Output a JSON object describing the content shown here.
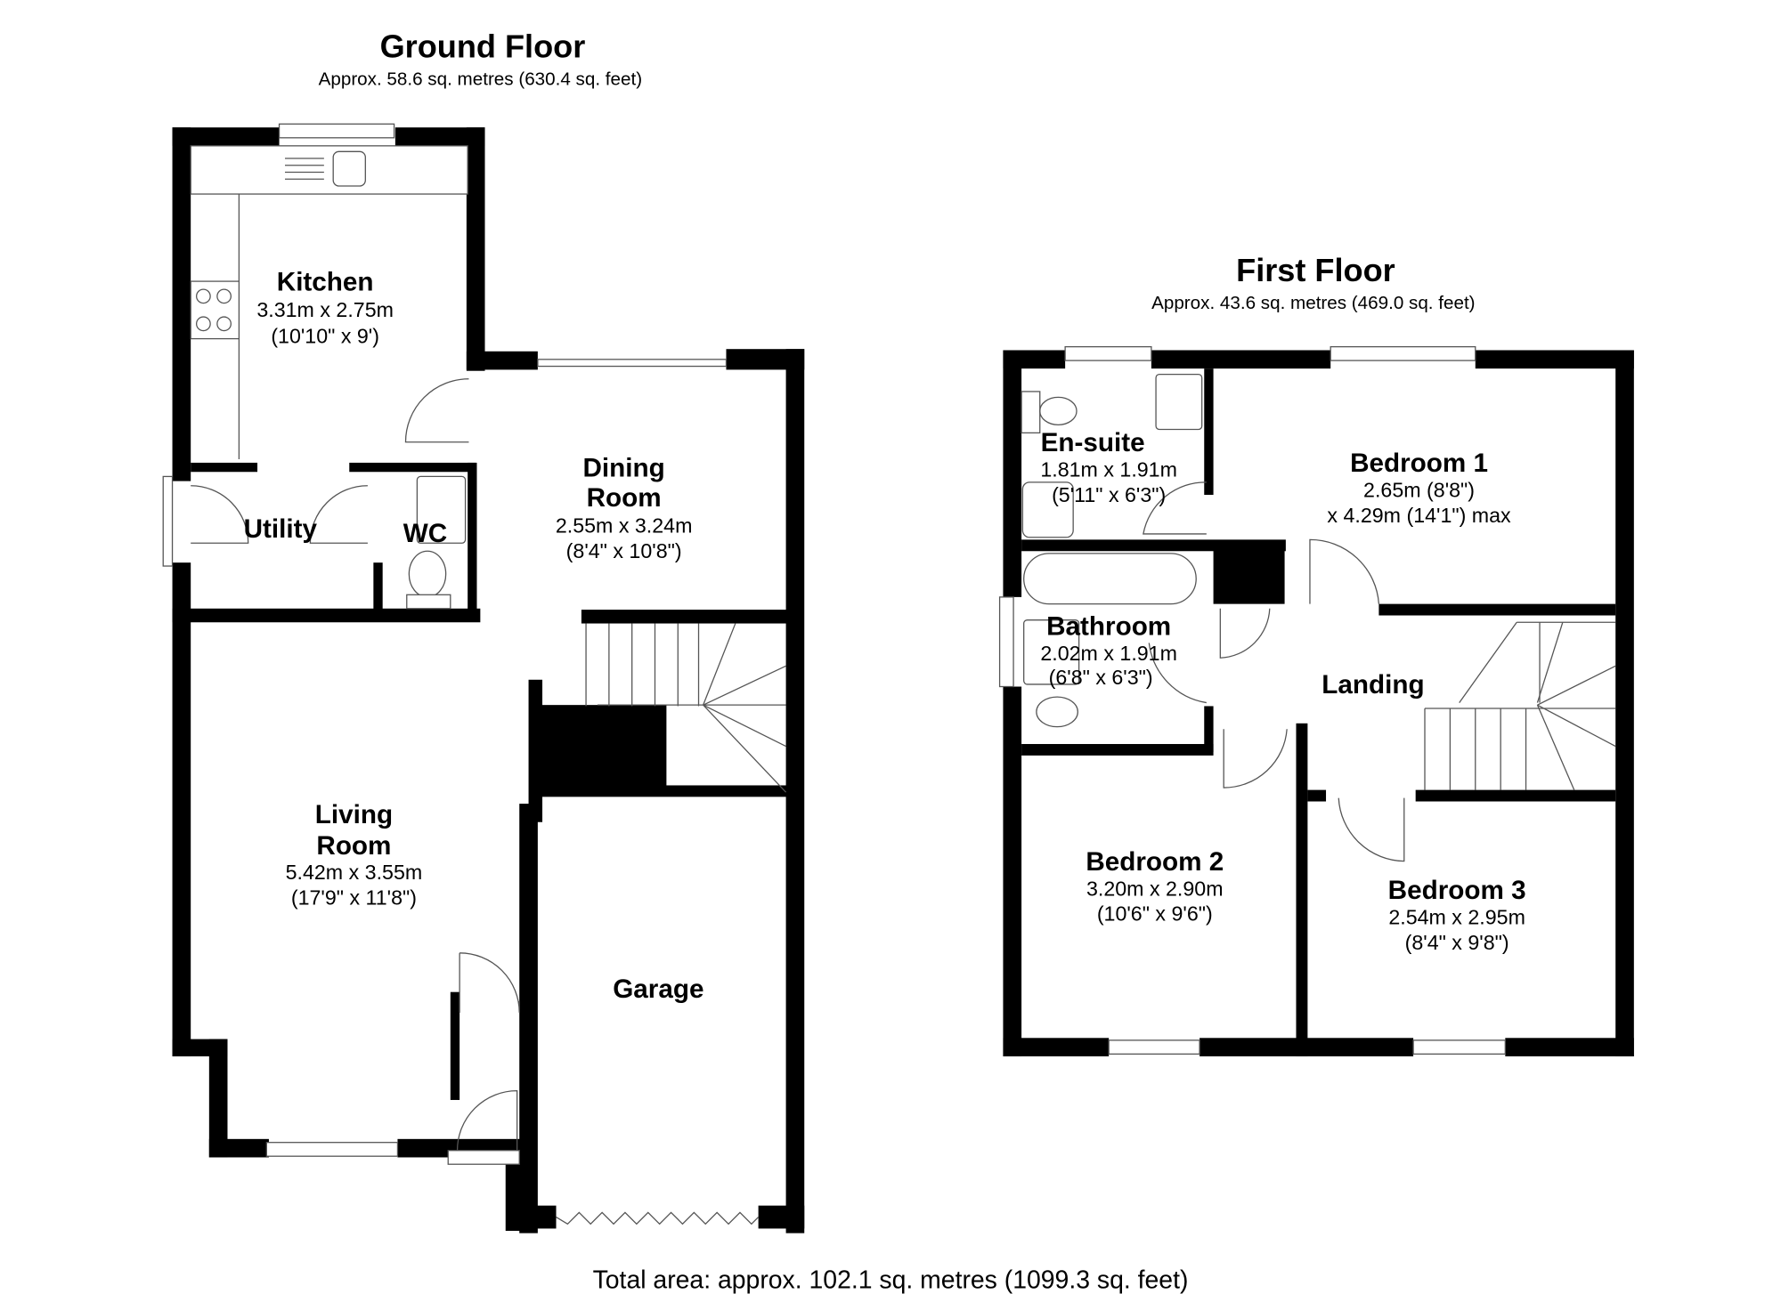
{
  "ground_floor": {
    "title": "Ground Floor",
    "area": "Approx. 58.6 sq. metres (630.4 sq. feet)",
    "rooms": {
      "kitchen": {
        "name": "Kitchen",
        "dim_m": "3.31m x 2.75m",
        "dim_ft": "(10'10\" x 9')"
      },
      "utility": {
        "name": "Utility"
      },
      "wc": {
        "name": "WC"
      },
      "dining": {
        "name_line1": "Dining",
        "name_line2": "Room",
        "dim_m": "2.55m x 3.24m",
        "dim_ft": "(8'4\" x 10'8\")"
      },
      "living": {
        "name_line1": "Living",
        "name_line2": "Room",
        "dim_m": "5.42m x 3.55m",
        "dim_ft": "(17'9\" x 11'8\")"
      },
      "garage": {
        "name": "Garage"
      }
    }
  },
  "first_floor": {
    "title": "First Floor",
    "area": "Approx. 43.6 sq. metres (469.0 sq. feet)",
    "rooms": {
      "ensuite": {
        "name": "En-suite",
        "dim_m": "1.81m x 1.91m",
        "dim_ft": "(5'11\" x 6'3\")"
      },
      "bedroom1": {
        "name": "Bedroom 1",
        "dim_line1": "2.65m (8'8\")",
        "dim_line2": "x 4.29m (14'1\") max"
      },
      "bathroom": {
        "name": "Bathroom",
        "dim_m": "2.02m x 1.91m",
        "dim_ft": "(6'8\" x 6'3\")"
      },
      "landing": {
        "name": "Landing"
      },
      "bedroom2": {
        "name": "Bedroom 2",
        "dim_m": "3.20m x 2.90m",
        "dim_ft": "(10'6\" x 9'6\")"
      },
      "bedroom3": {
        "name": "Bedroom 3",
        "dim_m": "2.54m x 2.95m",
        "dim_ft": "(8'4\" x 9'8\")"
      }
    }
  },
  "footer": {
    "total_area": "Total area: approx. 102.1 sq. metres (1099.3 sq. feet)"
  },
  "colors": {
    "wall": "#000000",
    "line": "#555555",
    "background": "#ffffff"
  }
}
